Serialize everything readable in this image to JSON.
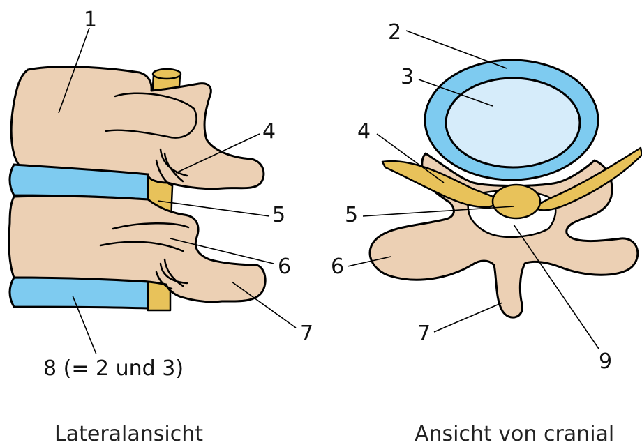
{
  "labels": {
    "l1": "1",
    "l2": "2",
    "l3": "3",
    "l4_left": "4",
    "l4_right": "4",
    "l5_left": "5",
    "l5_right": "5",
    "l6_left": "6",
    "l6_right": "6",
    "l7_left": "7",
    "l7_right": "7",
    "l8": "8 (= 2 und 3)",
    "l9": "9"
  },
  "captions": {
    "left": "Lateralansicht",
    "right": "Ansicht von cranial"
  },
  "colors": {
    "bone": "#ecd0b4",
    "disc_annulus": "#7ecbf0",
    "disc_nucleus": "#d6ecfa",
    "spinal_cord": "#e8c25a"
  }
}
